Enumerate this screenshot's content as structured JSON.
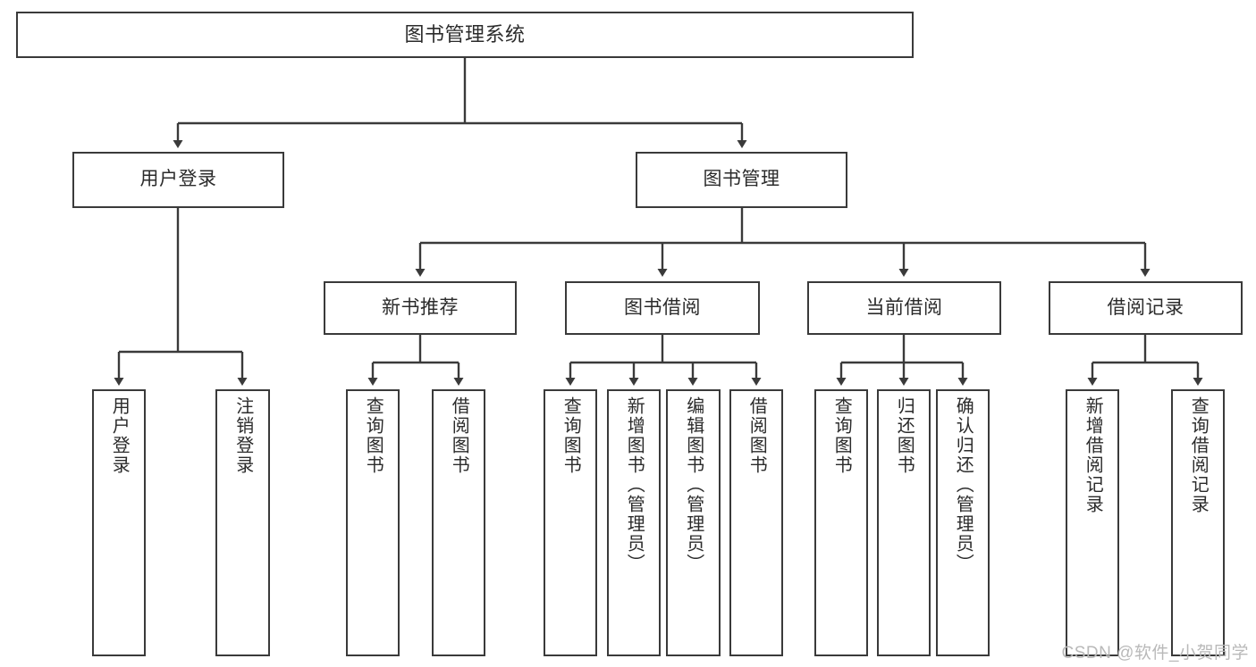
{
  "diagram": {
    "type": "tree",
    "title": "图书管理系统",
    "stroke_color": "#3a3a3a",
    "background_color": "#ffffff",
    "text_color": "#2b2b2b",
    "nodes": {
      "root": {
        "label": "图书管理系统",
        "level": 1,
        "orientation": "horizontal"
      },
      "l2": [
        {
          "id": "user-login",
          "label": "用户登录",
          "level": 2,
          "orientation": "horizontal"
        },
        {
          "id": "book-management",
          "label": "图书管理",
          "level": 2,
          "orientation": "horizontal"
        }
      ],
      "l3": [
        {
          "id": "new-book-recommend",
          "label": "新书推荐",
          "level": 3,
          "orientation": "horizontal"
        },
        {
          "id": "book-borrow",
          "label": "图书借阅",
          "level": 3,
          "orientation": "horizontal"
        },
        {
          "id": "current-borrow",
          "label": "当前借阅",
          "level": 3,
          "orientation": "horizontal"
        },
        {
          "id": "borrow-record",
          "label": "借阅记录",
          "level": 3,
          "orientation": "horizontal"
        }
      ],
      "leaves": [
        {
          "id": "leaf-user-login",
          "label": "用户登录",
          "parent": "user-login",
          "orientation": "vertical"
        },
        {
          "id": "leaf-logout",
          "label": "注销登录",
          "parent": "user-login",
          "orientation": "vertical"
        },
        {
          "id": "leaf-query-book-1",
          "label": "查询图书",
          "parent": "new-book-recommend",
          "orientation": "vertical"
        },
        {
          "id": "leaf-borrow-book-1",
          "label": "借阅图书",
          "parent": "new-book-recommend",
          "orientation": "vertical"
        },
        {
          "id": "leaf-query-book-2",
          "label": "查询图书",
          "parent": "book-borrow",
          "orientation": "vertical"
        },
        {
          "id": "leaf-add-book",
          "label": "新增图书（管理员）",
          "parent": "book-borrow",
          "orientation": "vertical"
        },
        {
          "id": "leaf-edit-book",
          "label": "编辑图书（管理员）",
          "parent": "book-borrow",
          "orientation": "vertical"
        },
        {
          "id": "leaf-borrow-book-2",
          "label": "借阅图书",
          "parent": "book-borrow",
          "orientation": "vertical"
        },
        {
          "id": "leaf-query-book-3",
          "label": "查询图书",
          "parent": "current-borrow",
          "orientation": "vertical"
        },
        {
          "id": "leaf-return-book",
          "label": "归还图书",
          "parent": "current-borrow",
          "orientation": "vertical"
        },
        {
          "id": "leaf-confirm-return",
          "label": "确认归还（管理员）",
          "parent": "current-borrow",
          "orientation": "vertical"
        },
        {
          "id": "leaf-add-record",
          "label": "新增借阅记录",
          "parent": "borrow-record",
          "orientation": "vertical"
        },
        {
          "id": "leaf-query-record",
          "label": "查询借阅记录",
          "parent": "borrow-record",
          "orientation": "vertical"
        }
      ]
    }
  },
  "watermark": {
    "text": "CSDN @软件_小贺同学"
  }
}
